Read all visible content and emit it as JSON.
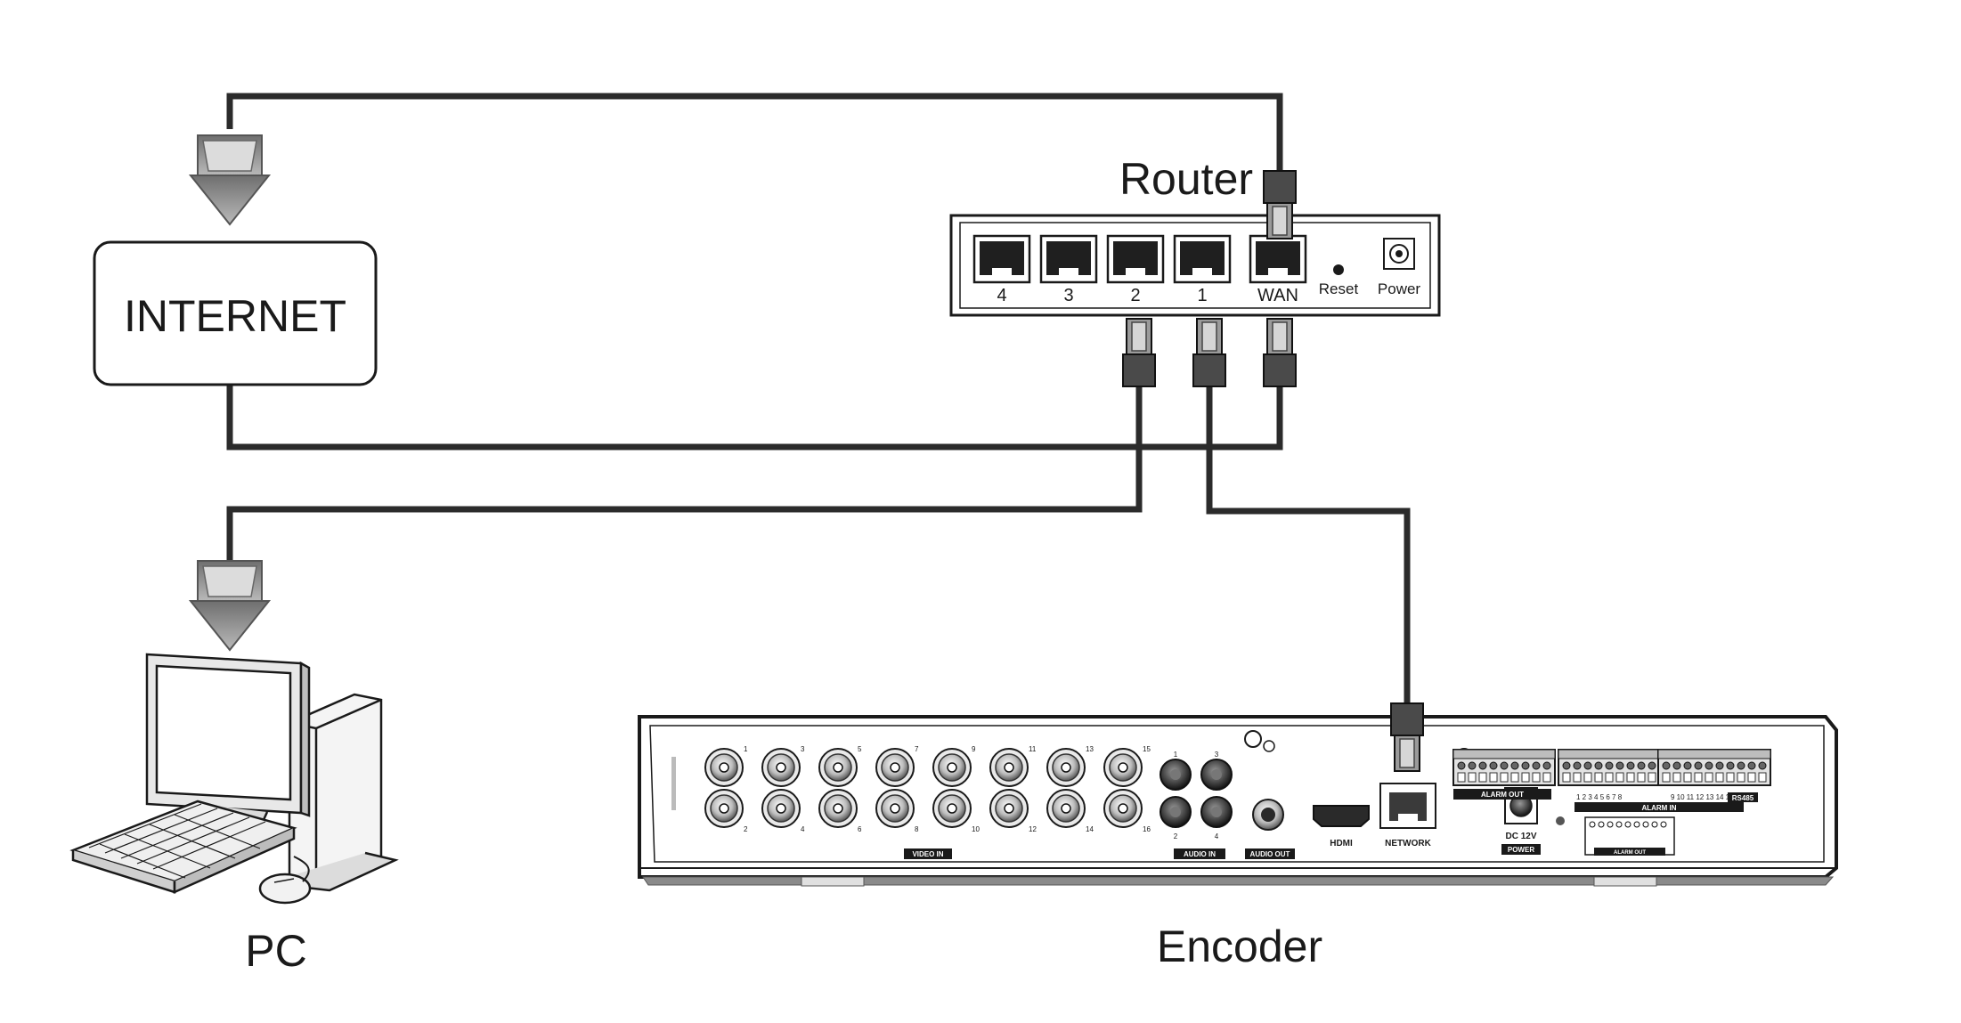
{
  "diagram": {
    "internet": {
      "label": "INTERNET"
    },
    "router": {
      "title": "Router",
      "ports": [
        "4",
        "3",
        "2",
        "1",
        "WAN"
      ],
      "reset_label": "Reset",
      "power_label": "Power"
    },
    "pc": {
      "label": "PC"
    },
    "encoder": {
      "label": "Encoder",
      "video_in_top": [
        "1",
        "3",
        "5",
        "7",
        "9",
        "11",
        "13",
        "15"
      ],
      "video_in_bottom": [
        "2",
        "4",
        "6",
        "8",
        "10",
        "12",
        "14",
        "16"
      ],
      "video_in_label": "VIDEO IN",
      "audio_in_top": [
        "1",
        "3"
      ],
      "audio_in_bottom": [
        "2",
        "4"
      ],
      "audio_in_label": "AUDIO IN",
      "audio_out_label": "AUDIO OUT",
      "hdmi_label": "HDMI",
      "network_label": "NETWORK",
      "dc_label": "DC 12V",
      "power_label": "POWER",
      "alarm_out_label": "ALARM OUT",
      "alarm_in_label": "ALARM IN",
      "rs485_label": "RS485",
      "alarm_in_numbers_1": "1 2 3 4 5 6 7 8",
      "alarm_in_numbers_2": "9 10 11 12 13 14 15 16",
      "alarm_out_bottom_label": "ALARM OUT"
    },
    "colors": {
      "cable": "#2b2b2b",
      "arrow": "#8a8a8a",
      "outline": "#1a1a1a"
    }
  }
}
